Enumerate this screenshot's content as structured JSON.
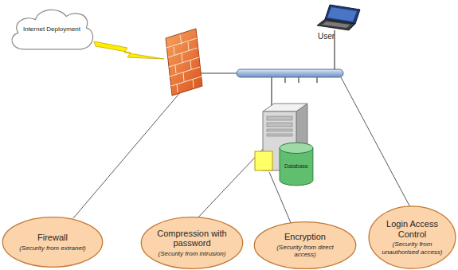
{
  "diagram": {
    "nodes": [
      {
        "text": [
          "Internet Deployment"
        ]
      },
      {
        "text": [
          "Database"
        ]
      },
      {
        "text": [
          "Firewall",
          "(Security from extranet)"
        ]
      },
      {
        "text": [
          "Compression with password",
          "(Security from intrusion)"
        ]
      },
      {
        "text": [
          "Encryption",
          "(Security from direct access)"
        ]
      },
      {
        "text": [
          "Login Access Control",
          "(Security from unauthorised access)"
        ]
      }
    ],
    "labels": [
      "User"
    ]
  }
}
